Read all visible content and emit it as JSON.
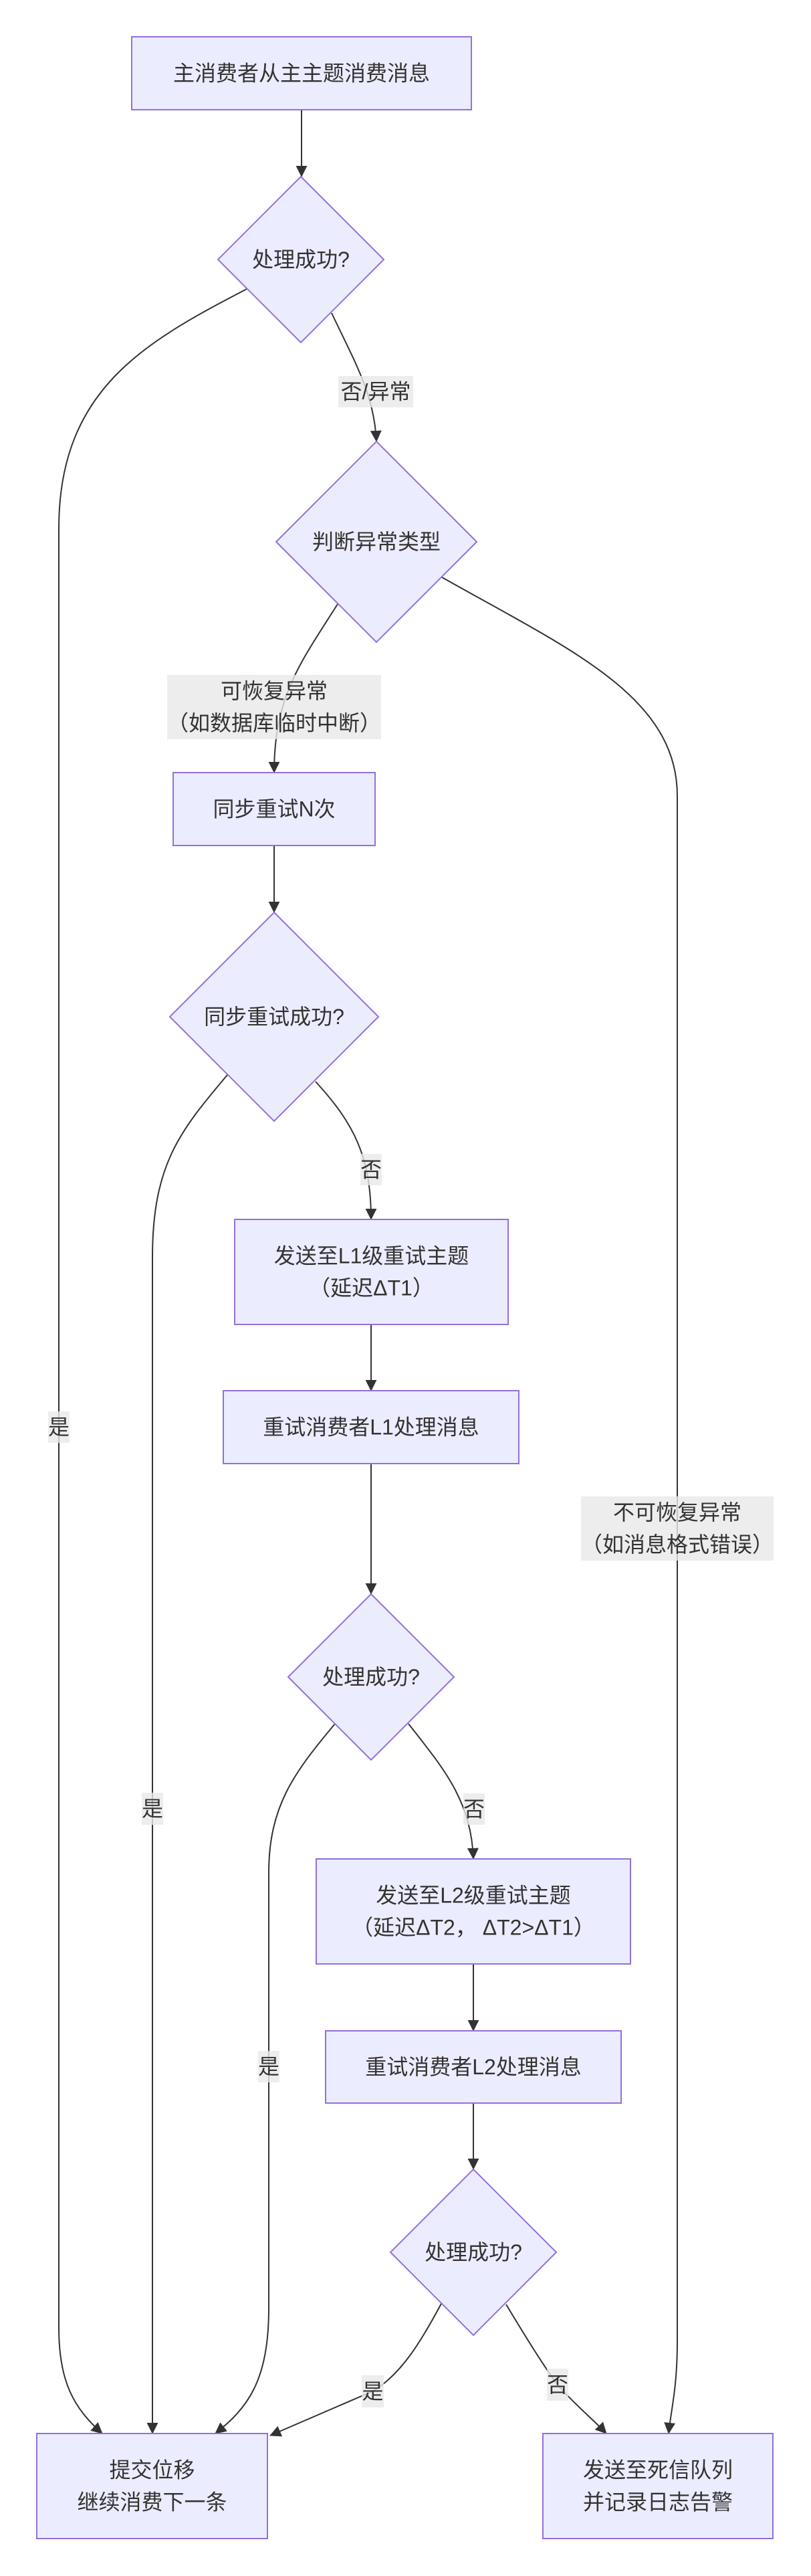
{
  "diagram": {
    "type": "flowchart",
    "direction": "top-down",
    "colors": {
      "background": "#FFFFFF",
      "node_fill": "#ECECFF",
      "node_stroke": "#9370DB",
      "edge_stroke": "#333333",
      "edge_label_bg": "#E8E8E8",
      "text": "#333333"
    },
    "nodes": {
      "consume_main": {
        "shape": "rectangle",
        "lines": [
          "主消费者从主主题消费消息"
        ]
      },
      "check_success": {
        "shape": "diamond",
        "lines": [
          "处理成功?"
        ]
      },
      "classify_error": {
        "shape": "diamond",
        "lines": [
          "判断异常类型"
        ]
      },
      "sync_retry": {
        "shape": "rectangle",
        "lines": [
          "同步重试N次"
        ]
      },
      "check_sync_retry": {
        "shape": "diamond",
        "lines": [
          "同步重试成功?"
        ]
      },
      "send_l1": {
        "shape": "rectangle",
        "lines": [
          "发送至L1级重试主题",
          "（延迟ΔT1）"
        ]
      },
      "consume_l1": {
        "shape": "rectangle",
        "lines": [
          "重试消费者L1处理消息"
        ]
      },
      "check_l1": {
        "shape": "diamond",
        "lines": [
          "处理成功?"
        ]
      },
      "send_l2": {
        "shape": "rectangle",
        "lines": [
          "发送至L2级重试主题",
          "（延迟ΔT2， ΔT2>ΔT1）"
        ]
      },
      "consume_l2": {
        "shape": "rectangle",
        "lines": [
          "重试消费者L2处理消息"
        ]
      },
      "check_l2": {
        "shape": "diamond",
        "lines": [
          "处理成功?"
        ]
      },
      "commit_offset": {
        "shape": "rectangle",
        "lines": [
          "提交位移",
          "继续消费下一条"
        ]
      },
      "dead_letter": {
        "shape": "rectangle",
        "lines": [
          "发送至死信队列",
          "并记录日志告警"
        ]
      }
    },
    "edges": [
      {
        "from": "consume_main",
        "to": "check_success",
        "label": []
      },
      {
        "from": "check_success",
        "to": "commit_offset",
        "label": [
          "是"
        ]
      },
      {
        "from": "check_success",
        "to": "classify_error",
        "label": [
          "否/异常"
        ]
      },
      {
        "from": "classify_error",
        "to": "sync_retry",
        "label": [
          "可恢复异常",
          "（如数据库临时中断）"
        ]
      },
      {
        "from": "classify_error",
        "to": "dead_letter",
        "label": [
          "不可恢复异常",
          "（如消息格式错误）"
        ]
      },
      {
        "from": "sync_retry",
        "to": "check_sync_retry",
        "label": []
      },
      {
        "from": "check_sync_retry",
        "to": "commit_offset",
        "label": [
          "是"
        ]
      },
      {
        "from": "check_sync_retry",
        "to": "send_l1",
        "label": [
          "否"
        ]
      },
      {
        "from": "send_l1",
        "to": "consume_l1",
        "label": []
      },
      {
        "from": "consume_l1",
        "to": "check_l1",
        "label": []
      },
      {
        "from": "check_l1",
        "to": "commit_offset",
        "label": [
          "是"
        ]
      },
      {
        "from": "check_l1",
        "to": "send_l2",
        "label": [
          "否"
        ]
      },
      {
        "from": "send_l2",
        "to": "consume_l2",
        "label": []
      },
      {
        "from": "consume_l2",
        "to": "check_l2",
        "label": []
      },
      {
        "from": "check_l2",
        "to": "commit_offset",
        "label": [
          "是"
        ]
      },
      {
        "from": "check_l2",
        "to": "dead_letter",
        "label": [
          "否"
        ]
      }
    ]
  }
}
